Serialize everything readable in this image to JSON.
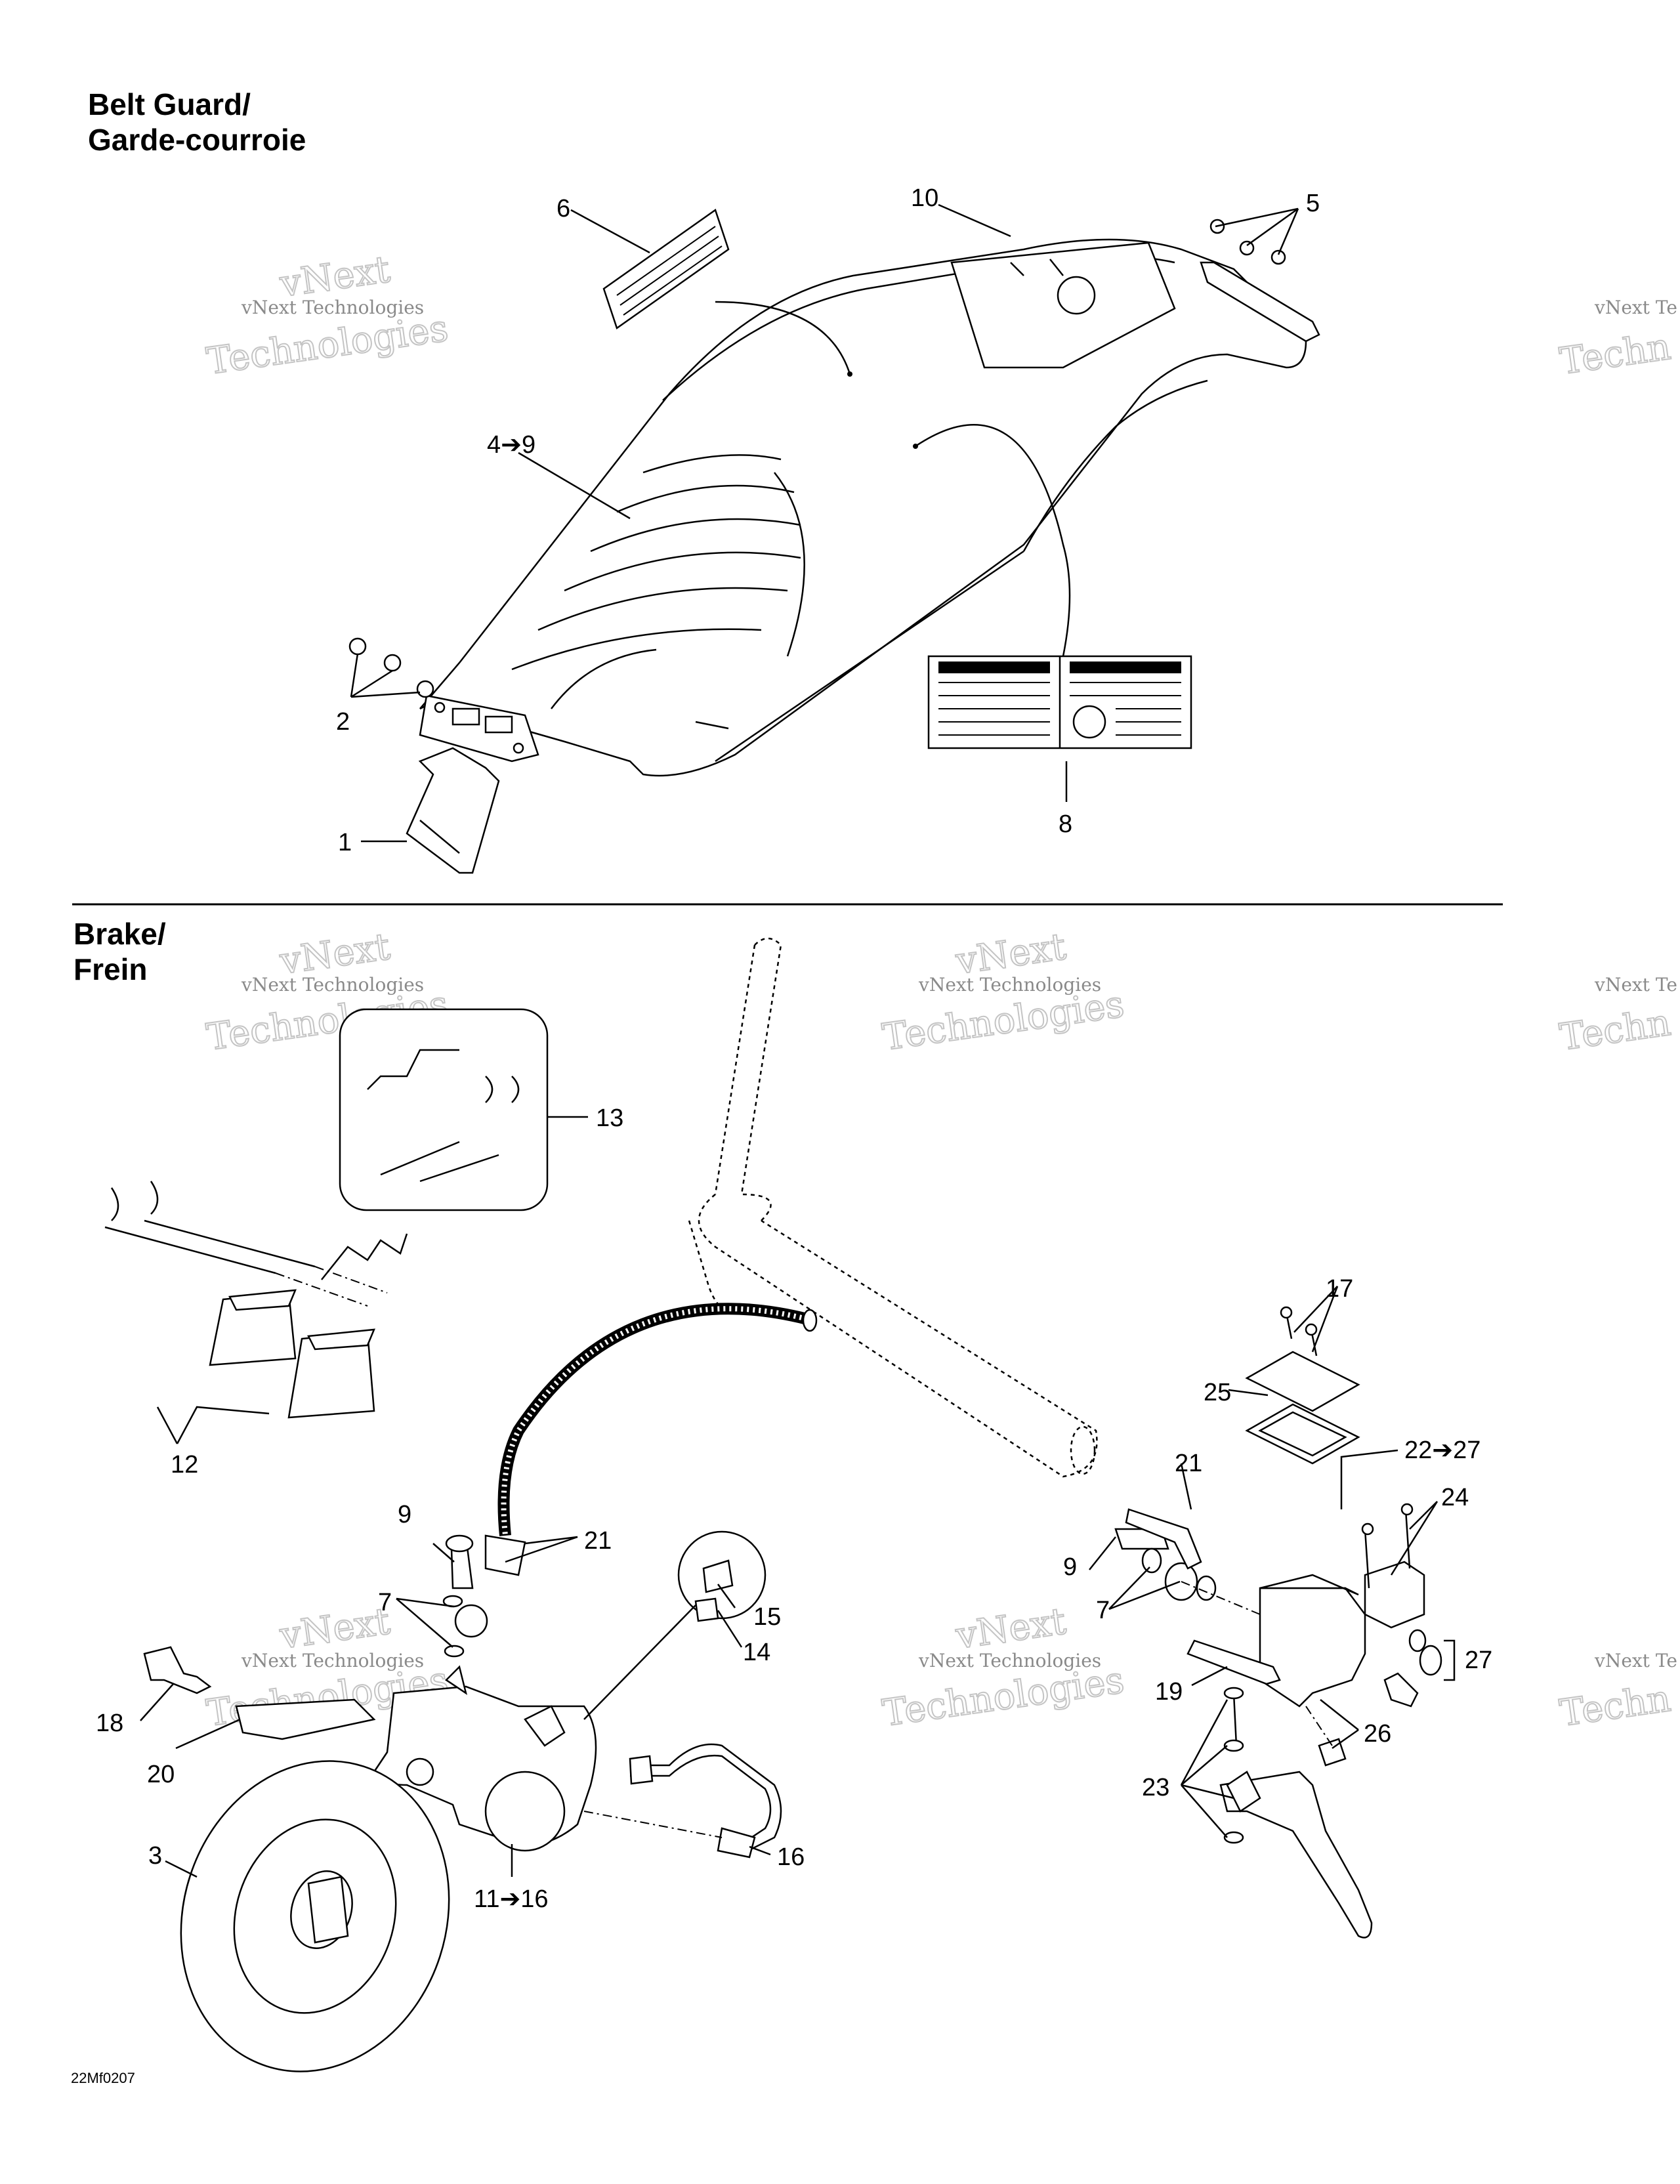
{
  "sections": {
    "belt_guard": {
      "title_line1": "Belt Guard/",
      "title_line2": "Garde-courroie"
    },
    "brake": {
      "title_line1": "Brake/",
      "title_line2": "Frein"
    }
  },
  "watermark": {
    "line1": "vNext Technologies",
    "line2": "Technologies",
    "line3": "vNext",
    "line4": "vNext Te",
    "line5": "Techn"
  },
  "callouts_belt": [
    "6",
    "10",
    "5",
    "4➔9",
    "2",
    "1",
    "8"
  ],
  "callouts_brake": [
    "13",
    "12",
    "17",
    "25",
    "21",
    "22➔27",
    "24",
    "9",
    "21",
    "7",
    "15",
    "14",
    "9",
    "7",
    "27",
    "19",
    "26",
    "18",
    "20",
    "23",
    "16",
    "3",
    "11➔16"
  ],
  "drawing_code": "22Mf0207"
}
